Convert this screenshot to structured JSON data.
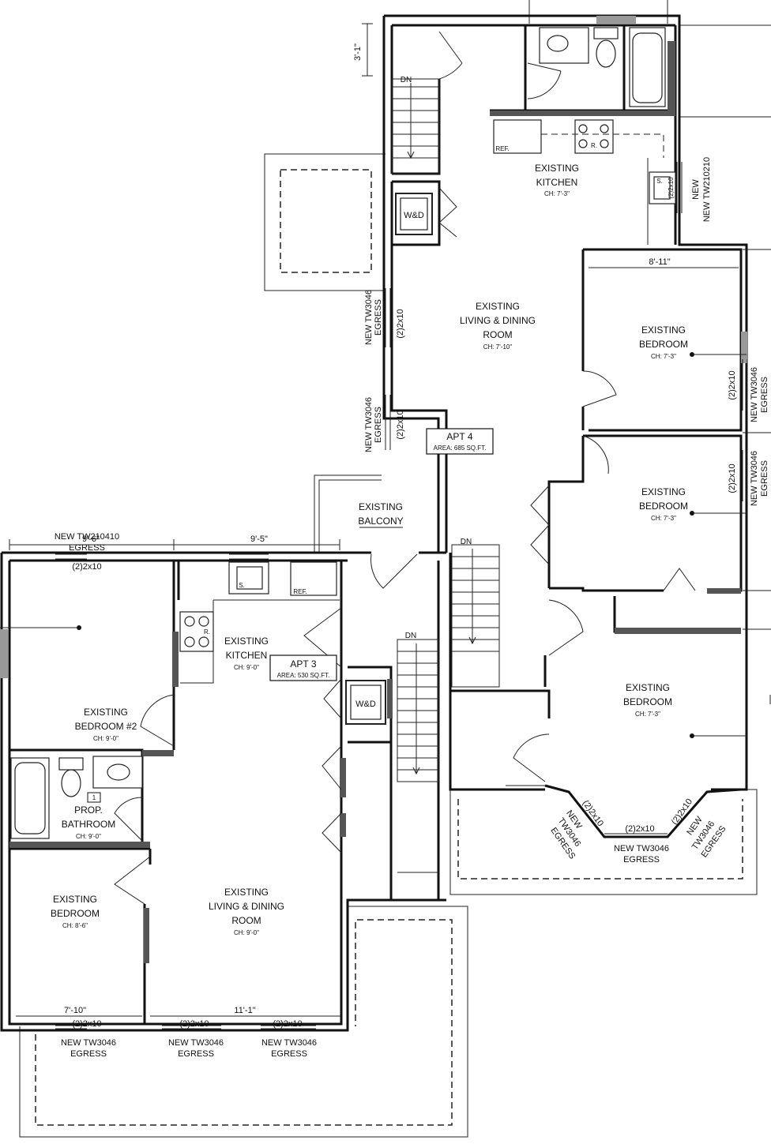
{
  "apt3": {
    "name": "APT 3",
    "area": "AREA: 530 SQ.FT.",
    "kitchen": {
      "name": "EXISTING",
      "name2": "KITCHEN",
      "ch": "CH: 9'-0\""
    },
    "living": {
      "name": "EXISTING",
      "name2": "LIVING & DINING",
      "name3": "ROOM",
      "ch": "CH: 9'-0\""
    },
    "bedroom2": {
      "name": "EXISTING",
      "name2": "BEDROOM #2",
      "ch": "CH: 9'-0\""
    },
    "bedroom": {
      "name": "EXISTING",
      "name2": "BEDROOM",
      "ch": "CH: 8'-6\""
    },
    "bathroom": {
      "tag": "1",
      "name": "PROP.",
      "name2": "BATHROOM",
      "ch": "CH: 9'-0\""
    },
    "wd": "W&D"
  },
  "apt4": {
    "name": "APT 4",
    "area": "AREA: 685 SQ.FT.",
    "kitchen": {
      "name": "EXISTING",
      "name2": "KITCHEN",
      "ch": "CH: 7'-3\""
    },
    "living": {
      "name": "EXISTING",
      "name2": "LIVING & DINING",
      "name3": "ROOM",
      "ch": "CH: 7'-10\""
    },
    "bed_a": {
      "name": "EXISTING",
      "name2": "BEDROOM",
      "ch": "CH: 7'-3\""
    },
    "bed_b": {
      "name": "EXISTING",
      "name2": "BEDROOM",
      "ch": "CH: 7'-3\""
    },
    "bed_c": {
      "name": "EXISTING",
      "name2": "BEDROOM",
      "ch": "CH: 7'-3\""
    },
    "balcony": {
      "name": "EXISTING",
      "name2": "BALCONY"
    },
    "wd": "W&D"
  },
  "labels": {
    "dn": "DN",
    "ref": "REF.",
    "sink": "S.",
    "range": "R.",
    "header": "(2)2x10",
    "egress": "EGRESS",
    "new": "NEW",
    "win_tw3046": "NEW TW3046",
    "tw3046": "TW3046",
    "win_tw210410": "NEW TW210410",
    "win_tw210210": "NEW TW210210"
  },
  "dimensions": {
    "d1": "9'-6\"",
    "d2": "9'-5\"",
    "d3": "3'-1\"",
    "d4": "8'-11\"",
    "d5": "7'-10\"",
    "d6": "11'-1\""
  }
}
